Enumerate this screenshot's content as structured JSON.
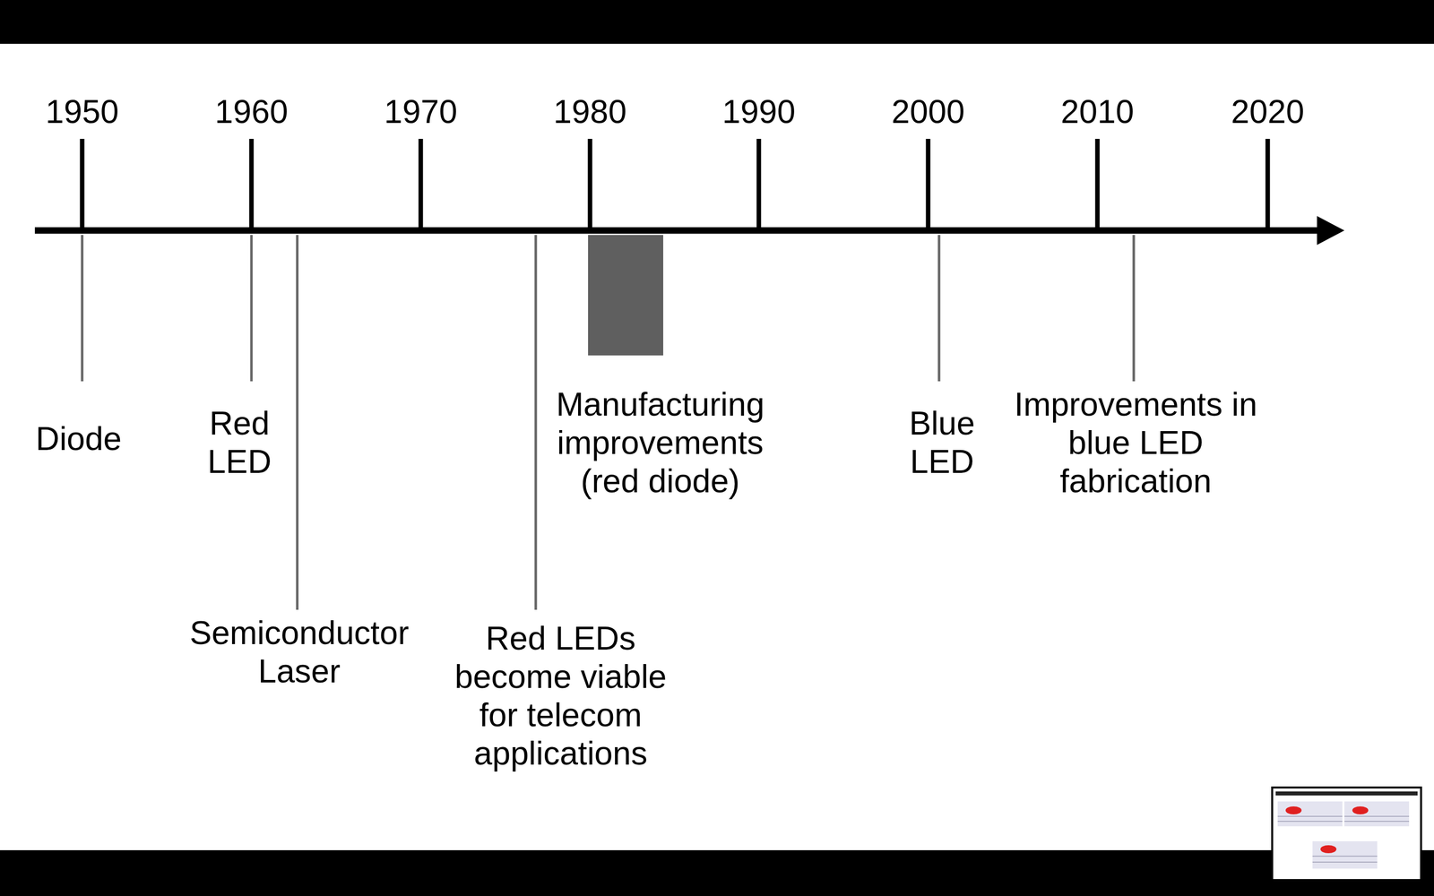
{
  "diagram": {
    "labels": [
      "1950",
      "1960",
      "1970",
      "1980",
      "1990",
      "2000",
      "2010",
      "2020",
      "Diode",
      "Red LED",
      "Semiconductor Laser",
      "Red LEDs become viable for telecom applications",
      "Manufacturing improvements (red diode)",
      "Blue LED",
      "Improvements in blue LED fabrication"
    ]
  }
}
